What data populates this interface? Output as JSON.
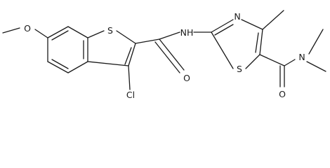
{
  "molecule": {
    "atoms": {
      "methoxy_o": "O",
      "thiophene_s": "S",
      "chloro": "Cl",
      "amide_o": "O",
      "amide_nh": "NH",
      "thiazole_n": "N",
      "thiazole_s": "S",
      "amide2_n": "N",
      "amide2_o": "O"
    }
  }
}
